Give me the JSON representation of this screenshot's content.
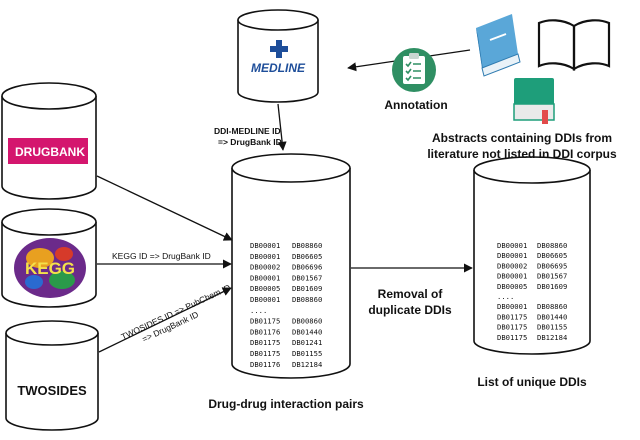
{
  "sources": {
    "medline": "MEDLINE",
    "drugbank": "DRUGBANK",
    "kegg": "KEGG",
    "twosides": "TWOSIDES"
  },
  "annotation": "Annotation",
  "abstracts_caption": [
    "Abstracts containing DDIs from",
    "literature not listed in DDI corpus"
  ],
  "mapping_labels": {
    "medline": [
      "DDI-MEDLINE ID",
      "=> DrugBank ID"
    ],
    "kegg": "KEGG ID => DrugBank ID",
    "twosides": [
      "TWOSIDES ID => PubChem ID",
      "=> DrugBank ID"
    ]
  },
  "removal_label": [
    "Removal of",
    "duplicate DDIs"
  ],
  "ddi_pairs_caption": "Drug-drug interaction pairs",
  "unique_caption": "List of unique DDIs",
  "pairs_list": [
    [
      "DB00001",
      "DB08860"
    ],
    [
      "DB00001",
      "DB06605"
    ],
    [
      "DB00002",
      "DB06696"
    ],
    [
      "DB00001",
      "DB01567"
    ],
    [
      "DB00005",
      "DB01609"
    ],
    [
      "DB00001",
      "DB08860"
    ],
    [
      "....",
      ""
    ],
    [
      "DB01175",
      "DB00860"
    ],
    [
      "DB01176",
      "DB01440"
    ],
    [
      "DB01175",
      "DB01241"
    ],
    [
      "DB01175",
      "DB01155"
    ],
    [
      "DB01176",
      "DB12184"
    ]
  ],
  "unique_list": [
    [
      "DB00001",
      "DB08860"
    ],
    [
      "DB00001",
      "DB06605"
    ],
    [
      "DB00002",
      "DB06695"
    ],
    [
      "DB00001",
      "DB01567"
    ],
    [
      "DB00005",
      "DB01609"
    ],
    [
      "....",
      ""
    ],
    [
      "DB00001",
      "DB08860"
    ],
    [
      "DB01175",
      "DB01440"
    ],
    [
      "DB01175",
      "DB01155"
    ],
    [
      "DB01175",
      "DB12184"
    ]
  ],
  "colors": {
    "drugbank_logo": "#d4166e",
    "medline_blue": "#1e4e9a",
    "book_blue": "#5aa7d8",
    "book_green": "#1e9e7a",
    "clipboard_green": "#2f8f63"
  }
}
